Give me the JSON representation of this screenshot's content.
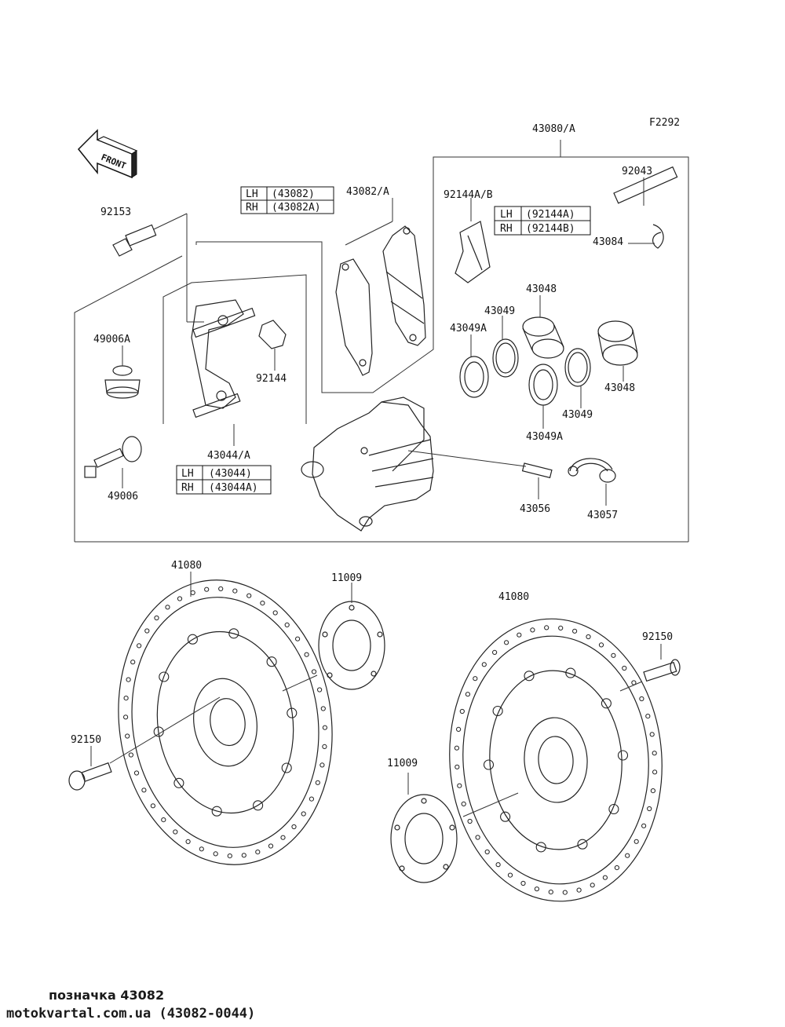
{
  "figure_code": "F2292",
  "front_arrow_label": "FRONT",
  "labels": {
    "p43080": "43080/A",
    "p92043": "92043",
    "p92144ab": "92144A/B",
    "p43082a": "43082/A",
    "p92153": "92153",
    "p43084": "43084",
    "p43048_top": "43048",
    "p43049_top": "43049",
    "p43049a_top": "43049A",
    "p49006a": "49006A",
    "p92144": "92144",
    "p43048_right": "43048",
    "p43049_right": "43049",
    "p43049a_bottom": "43049A",
    "p43044a": "43044/A",
    "p49006": "49006",
    "p43056": "43056",
    "p43057": "43057",
    "p41080_left": "41080",
    "p11009_top": "11009",
    "p41080_right": "41080",
    "p92150_right": "92150",
    "p92150_left": "92150",
    "p11009_bottom": "11009"
  },
  "tables": {
    "pads": {
      "rows": [
        {
          "side": "LH",
          "code": "(43082)"
        },
        {
          "side": "RH",
          "code": "(43082A)"
        }
      ]
    },
    "spring": {
      "rows": [
        {
          "side": "LH",
          "code": "(92144A)"
        },
        {
          "side": "RH",
          "code": "(92144B)"
        }
      ]
    },
    "bracket": {
      "rows": [
        {
          "side": "LH",
          "code": "(43044)"
        },
        {
          "side": "RH",
          "code": "(43044A)"
        }
      ]
    }
  },
  "captions": {
    "line1": "позначка 43082",
    "line2": "motokvartal.com.ua (43082-0044)"
  }
}
